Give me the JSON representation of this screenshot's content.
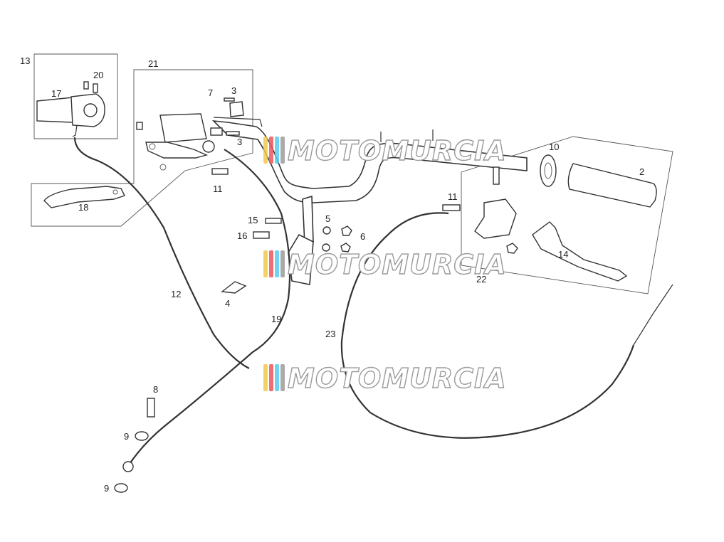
{
  "diagram": {
    "watermark": {
      "text": "MOTOMURCIA",
      "stripe_colors": [
        "#f2c94c",
        "#eb5757",
        "#56ccf2",
        "#9b9b9b"
      ]
    },
    "callouts": {
      "c13": "13",
      "c20": "20",
      "c17": "17",
      "c21": "21",
      "c7": "7",
      "c3a": "3",
      "c3b": "3",
      "c18": "18",
      "c11a": "11",
      "c15": "15",
      "c16": "16",
      "c5": "5",
      "c6": "6",
      "c4": "4",
      "c12": "12",
      "c19": "19",
      "c23": "23",
      "c10": "10",
      "c2": "2",
      "c11b": "11",
      "c22": "22",
      "c14": "14",
      "c8": "8",
      "c9a": "9",
      "c9b": "9"
    }
  }
}
